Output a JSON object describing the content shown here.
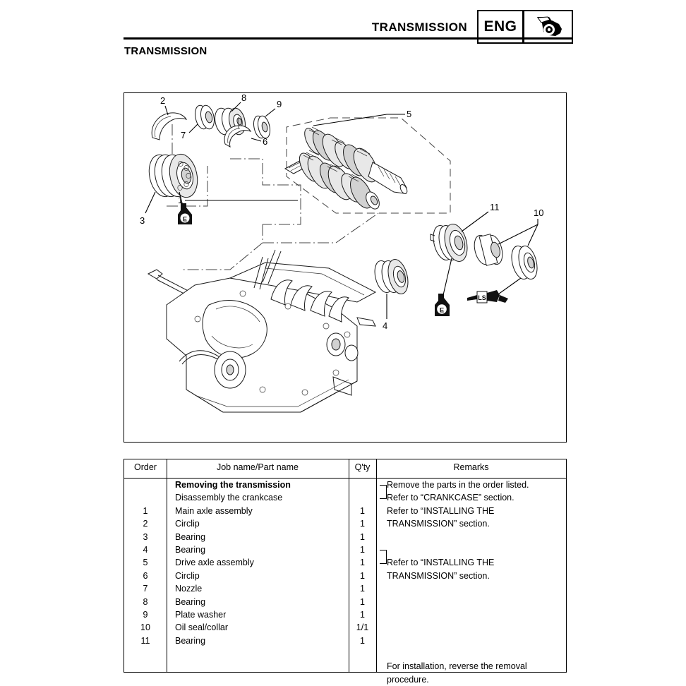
{
  "header": {
    "title": "TRANSMISSION",
    "eng_label": "ENG",
    "eng_icon": "piston-connecting-rod-icon"
  },
  "section": {
    "title": "TRANSMISSION"
  },
  "diagram": {
    "name": "transmission-exploded-view",
    "callouts": [
      "1",
      "2",
      "3",
      "4",
      "5",
      "6",
      "7",
      "8",
      "9",
      "10",
      "11"
    ],
    "symbols": [
      {
        "name": "engine-oil-symbol",
        "label": "E"
      },
      {
        "name": "lithium-soap-grease-symbol",
        "label": "LS"
      }
    ]
  },
  "table": {
    "headers": {
      "order": "Order",
      "job": "Job name/Part name",
      "qty": "Q'ty",
      "remarks": "Remarks"
    },
    "rows": [
      {
        "order": "",
        "job": "Removing the transmission",
        "bold": true,
        "qty": "",
        "remarks": "Remove the parts in the order listed."
      },
      {
        "order": "",
        "job": "Disassembly the crankcase",
        "bold": false,
        "qty": "",
        "remarks": "Refer to “CRANKCASE” section."
      },
      {
        "order": "1",
        "job": "Main axle assembly",
        "bold": false,
        "qty": "1",
        "remarks": "Refer to “INSTALLING THE"
      },
      {
        "order": "2",
        "job": "Circlip",
        "bold": false,
        "qty": "1",
        "remarks": "TRANSMISSION” section."
      },
      {
        "order": "3",
        "job": "Bearing",
        "bold": false,
        "qty": "1",
        "remarks": ""
      },
      {
        "order": "4",
        "job": "Bearing",
        "bold": false,
        "qty": "1",
        "remarks": ""
      },
      {
        "order": "5",
        "job": "Drive axle assembly",
        "bold": false,
        "qty": "1",
        "remarks": "Refer to “INSTALLING THE"
      },
      {
        "order": "6",
        "job": "Circlip",
        "bold": false,
        "qty": "1",
        "remarks": "TRANSMISSION” section."
      },
      {
        "order": "7",
        "job": "Nozzle",
        "bold": false,
        "qty": "1",
        "remarks": ""
      },
      {
        "order": "8",
        "job": "Bearing",
        "bold": false,
        "qty": "1",
        "remarks": ""
      },
      {
        "order": "9",
        "job": "Plate washer",
        "bold": false,
        "qty": "1",
        "remarks": ""
      },
      {
        "order": "10",
        "job": "Oil seal/collar",
        "bold": false,
        "qty": "1/1",
        "remarks": ""
      },
      {
        "order": "11",
        "job": "Bearing",
        "bold": false,
        "qty": "1",
        "remarks": ""
      },
      {
        "order": "",
        "job": "",
        "bold": false,
        "qty": "",
        "remarks": ""
      },
      {
        "order": "",
        "job": "",
        "bold": false,
        "qty": "",
        "remarks": "For installation, reverse the removal"
      },
      {
        "order": "",
        "job": "",
        "bold": false,
        "qty": "",
        "remarks": "procedure."
      }
    ]
  }
}
